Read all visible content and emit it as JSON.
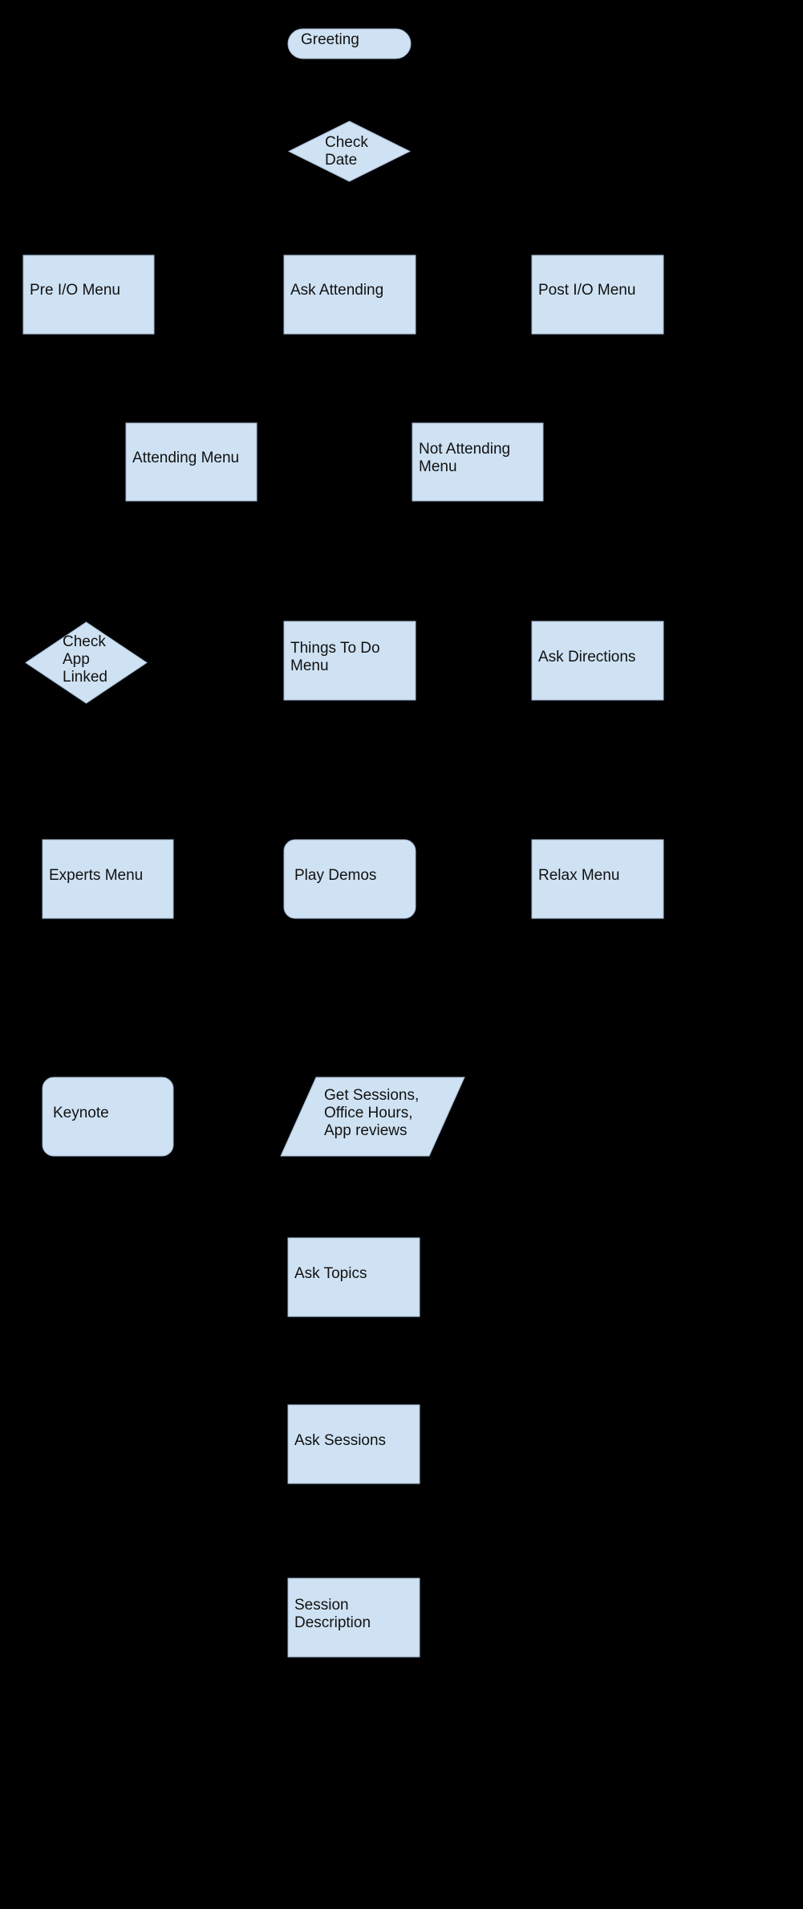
{
  "diagram": {
    "background": "#000000",
    "node_fill": "#cfe2f3",
    "node_stroke": "#9fb6cf",
    "text_color": "#111111",
    "nodes": [
      {
        "id": "greeting",
        "label": "Greeting",
        "shape": "terminator"
      },
      {
        "id": "check-date",
        "label": "Check\nDate",
        "shape": "decision"
      },
      {
        "id": "pre-io-menu",
        "label": "Pre I/O Menu",
        "shape": "process"
      },
      {
        "id": "ask-attending",
        "label": "Ask Attending",
        "shape": "process"
      },
      {
        "id": "post-io-menu",
        "label": "Post I/O Menu",
        "shape": "process"
      },
      {
        "id": "attending-menu",
        "label": "Attending Menu",
        "shape": "process"
      },
      {
        "id": "not-attending-menu",
        "label": "Not Attending\nMenu",
        "shape": "process"
      },
      {
        "id": "check-app-linked",
        "label": "Check\nApp\nLinked",
        "shape": "decision"
      },
      {
        "id": "things-to-do-menu",
        "label": "Things To Do\nMenu",
        "shape": "process"
      },
      {
        "id": "ask-directions",
        "label": "Ask Directions",
        "shape": "process"
      },
      {
        "id": "experts-menu",
        "label": "Experts Menu",
        "shape": "process"
      },
      {
        "id": "play-demos",
        "label": "Play Demos",
        "shape": "rounded"
      },
      {
        "id": "relax-menu",
        "label": "Relax Menu",
        "shape": "process"
      },
      {
        "id": "keynote",
        "label": "Keynote",
        "shape": "rounded"
      },
      {
        "id": "get-sessions",
        "label": "Get Sessions,\nOffice Hours,\nApp reviews",
        "shape": "data"
      },
      {
        "id": "ask-topics",
        "label": "Ask Topics",
        "shape": "process"
      },
      {
        "id": "ask-sessions",
        "label": "Ask Sessions",
        "shape": "process"
      },
      {
        "id": "session-description",
        "label": "Session\nDescription",
        "shape": "process"
      }
    ]
  }
}
